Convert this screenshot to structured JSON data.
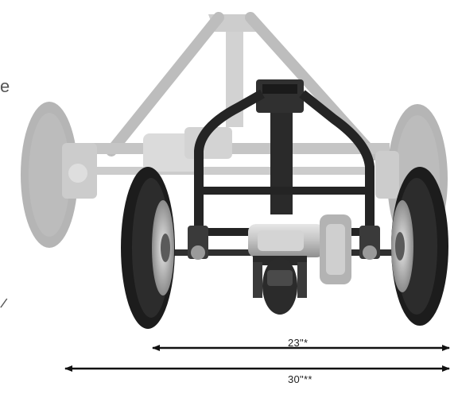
{
  "photo": {
    "subject": "wheelchair-wheelbase-frame",
    "colors": {
      "background": "#ffffff",
      "tire": "#1c1c1c",
      "tire_faded": "#9a9a9a",
      "frame": "#262626",
      "frame_faded": "#b5b5b5",
      "motor": "#bdbdbd",
      "dimension_line": "#111111"
    }
  },
  "dimensions": {
    "inner_width_label": "23\"*",
    "outer_width_label": "30\"**"
  },
  "edge_fragments": {
    "top_left": "e",
    "bottom_left": "/"
  }
}
